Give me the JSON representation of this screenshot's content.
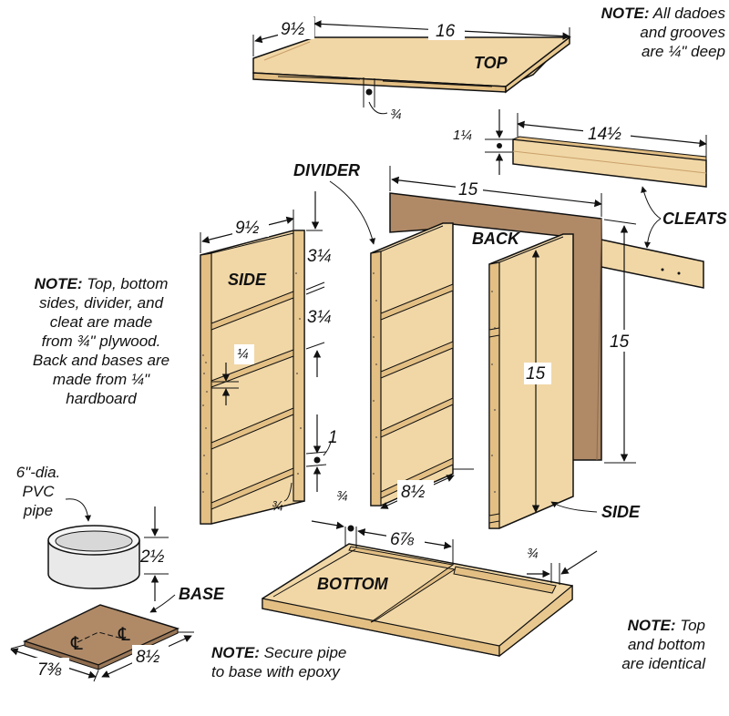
{
  "notes": {
    "dadoes": {
      "bold": "NOTE:",
      "line1": "All dadoes",
      "line2": "and grooves",
      "line3": "are ¼\" deep"
    },
    "materials": {
      "bold": "NOTE:",
      "line1": "Top, bottom",
      "line2": "sides, divider, and",
      "line3": "cleat are made",
      "line4": "from ¾\" plywood.",
      "line5": "Back and bases are",
      "line6": "made from ¼\"",
      "line7": "hardboard"
    },
    "epoxy": {
      "bold": "NOTE:",
      "line1": "Secure pipe",
      "line2": "to base with epoxy"
    },
    "identical": {
      "bold": "NOTE:",
      "line1": "Top",
      "line2": "and bottom",
      "line3": "are identical"
    }
  },
  "labels": {
    "top": "TOP",
    "divider": "DIVIDER",
    "back": "BACK",
    "cleats": "CLEATS",
    "side_left": "SIDE",
    "side_right": "SIDE",
    "bottom": "BOTTOM",
    "base": "BASE",
    "pvc_line1": "6\"-dia.",
    "pvc_line2": "PVC",
    "pvc_line3": "pipe"
  },
  "dimensions": {
    "top_depth": "9½",
    "top_width": "16",
    "top_thickness": "¾",
    "cleat_height": "1¼",
    "cleat_length": "14½",
    "back_width": "15",
    "back_height": "15",
    "side_depth": "9½",
    "side_space_1": "3¼",
    "side_space_2": "3¼",
    "groove_width": "¼",
    "side_groove_offset": "1",
    "side_groove_thickness": "¾",
    "divider_depth": "8½",
    "right_side_height": "15",
    "bottom_offset": "¾",
    "bottom_groove_spacing": "6⅞",
    "bottom_right_offset": "¾",
    "pipe_height": "2½",
    "base_width": "7⅜",
    "base_depth": "8½",
    "centerline": "℄"
  },
  "colors": {
    "plywood": "#f1d7a6",
    "plywood_edge": "#e3bf84",
    "hardboard": "#b08a67",
    "pipe": "#e9e9e9",
    "ink": "#111111"
  }
}
